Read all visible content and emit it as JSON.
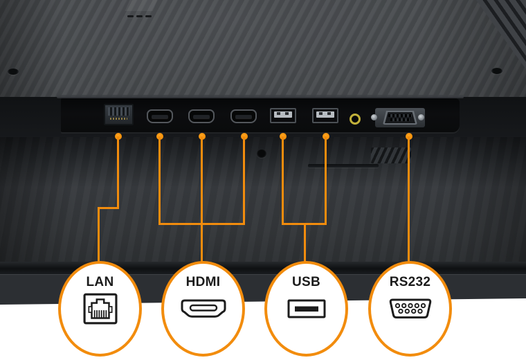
{
  "colors": {
    "accent_orange": "#F28C0D",
    "label_text": "#1b1b1b",
    "background": "#ffffff",
    "chassis_top": "#46494c",
    "chassis_face": "#34373a",
    "port_recess": "#0a0b0c",
    "audio_jack_ring": "#c2b13a"
  },
  "panel": {
    "ports": [
      {
        "name": "lan-port",
        "type": "RJ45 LAN"
      },
      {
        "name": "hdmi-port-1",
        "type": "HDMI"
      },
      {
        "name": "hdmi-port-2",
        "type": "HDMI"
      },
      {
        "name": "hdmi-port-3",
        "type": "HDMI"
      },
      {
        "name": "usb-port-1",
        "type": "USB-A"
      },
      {
        "name": "usb-port-2",
        "type": "USB-A"
      },
      {
        "name": "audio-port",
        "type": "3.5mm audio jack"
      },
      {
        "name": "rs232-port",
        "type": "DB9 serial"
      }
    ]
  },
  "callouts": [
    {
      "id": "lan",
      "label": "LAN",
      "icon": "rj45-icon",
      "connects_to": [
        "lan-port"
      ]
    },
    {
      "id": "hdmi",
      "label": "HDMI",
      "icon": "hdmi-connector-icon",
      "connects_to": [
        "hdmi-port-1",
        "hdmi-port-2",
        "hdmi-port-3"
      ]
    },
    {
      "id": "usb",
      "label": "USB",
      "icon": "usb-connector-icon",
      "connects_to": [
        "usb-port-1",
        "usb-port-2"
      ]
    },
    {
      "id": "rs232",
      "label": "RS232",
      "icon": "rs232-connector-icon",
      "connects_to": [
        "rs232-port"
      ]
    }
  ]
}
